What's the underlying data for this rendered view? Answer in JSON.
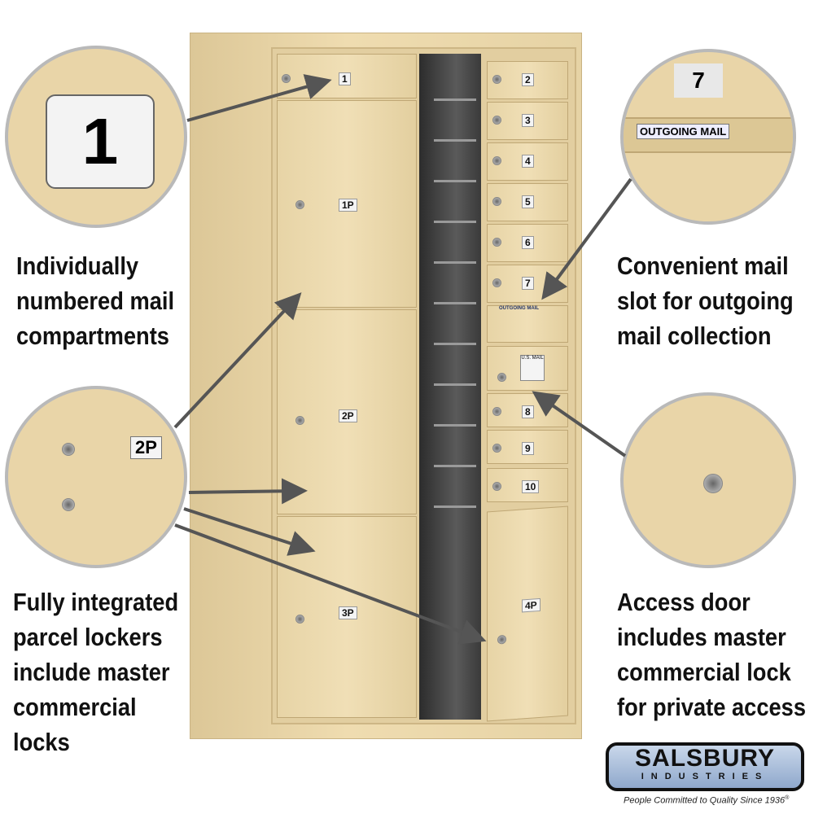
{
  "captions": {
    "top_left": [
      "Individually",
      "numbered mail",
      "compartments"
    ],
    "bottom_left": [
      "Fully integrated",
      "parcel lockers",
      "include master",
      "commercial",
      "locks"
    ],
    "top_right": [
      "Convenient mail",
      "slot for outgoing",
      "mail collection"
    ],
    "bottom_right": [
      "Access door",
      "includes master",
      "commercial lock",
      "for private access"
    ]
  },
  "callouts": {
    "number_tag": "1",
    "outgoing_tag": "7",
    "outgoing_label": "OUTGOING MAIL",
    "parcel_tag": "2P"
  },
  "cabinet": {
    "left_doors": [
      "1",
      "1P",
      "2P",
      "3P"
    ],
    "right_doors": [
      "2",
      "3",
      "4",
      "5",
      "6",
      "7",
      "8",
      "9",
      "10",
      "4P"
    ],
    "outgoing_label": "OUTGOING MAIL",
    "usmail_label": "U.S. MAIL"
  },
  "logo": {
    "name": "SALSBURY",
    "sub": "INDUSTRIES",
    "tagline": "People Committed to Quality Since 1936",
    "mark": "®"
  },
  "colors": {
    "cabinet": "#e9d7ac",
    "arrow": "#555555",
    "logo_blue": "#a9bfdc"
  }
}
